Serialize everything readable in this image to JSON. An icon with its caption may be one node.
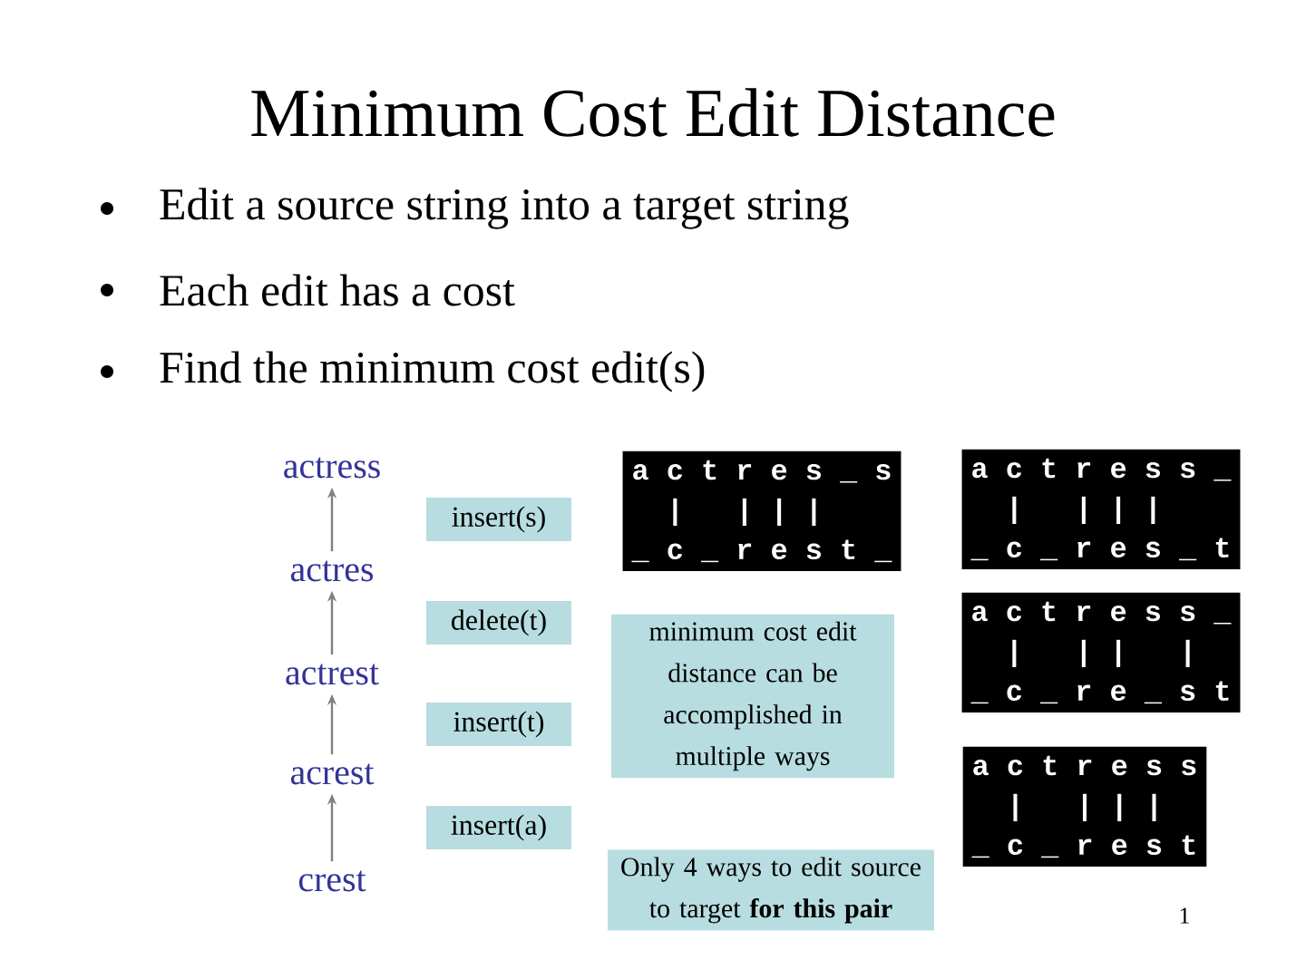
{
  "diagram": {
    "title": "Minimum Cost Edit Distance",
    "nodes": [
      {
        "text": [
          "actress"
        ]
      },
      {
        "text": [
          "actres"
        ]
      },
      {
        "text": [
          "actrest"
        ]
      },
      {
        "text": [
          "acrest"
        ]
      },
      {
        "text": [
          "crest"
        ]
      },
      {
        "text": [
          "a c t r e s _ s",
          "  |   | | |",
          "_ c _ r e s t _"
        ]
      },
      {
        "text": [
          "a c t r e s s _",
          "  |   | | |",
          "_ c _ r e s _ t"
        ]
      },
      {
        "text": [
          "a c t r e s s _",
          "  |   | |   |",
          "_ c _ r e _ s t"
        ]
      },
      {
        "text": [
          "a c t r e s s",
          "  |   | | |",
          "_ c _ r e s t"
        ]
      },
      {
        "text": [
          "minimum cost edit distance can be accomplished in multiple ways"
        ]
      },
      {
        "text": [
          "Only 4 ways to edit source to target **for this pair**"
        ]
      }
    ],
    "edges": [
      {
        "from": 1,
        "to": 0,
        "arrow": "to",
        "label": "insert(s)"
      },
      {
        "from": 2,
        "to": 1,
        "arrow": "to",
        "label": "delete(t)"
      },
      {
        "from": 3,
        "to": 2,
        "arrow": "to",
        "label": "insert(t)"
      },
      {
        "from": 4,
        "to": 3,
        "arrow": "to",
        "label": "insert(a)"
      }
    ],
    "labels": [
      "Edit a source string into a target string",
      "Each edit has a cost",
      "Find the minimum cost edit(s)",
      "1"
    ]
  }
}
